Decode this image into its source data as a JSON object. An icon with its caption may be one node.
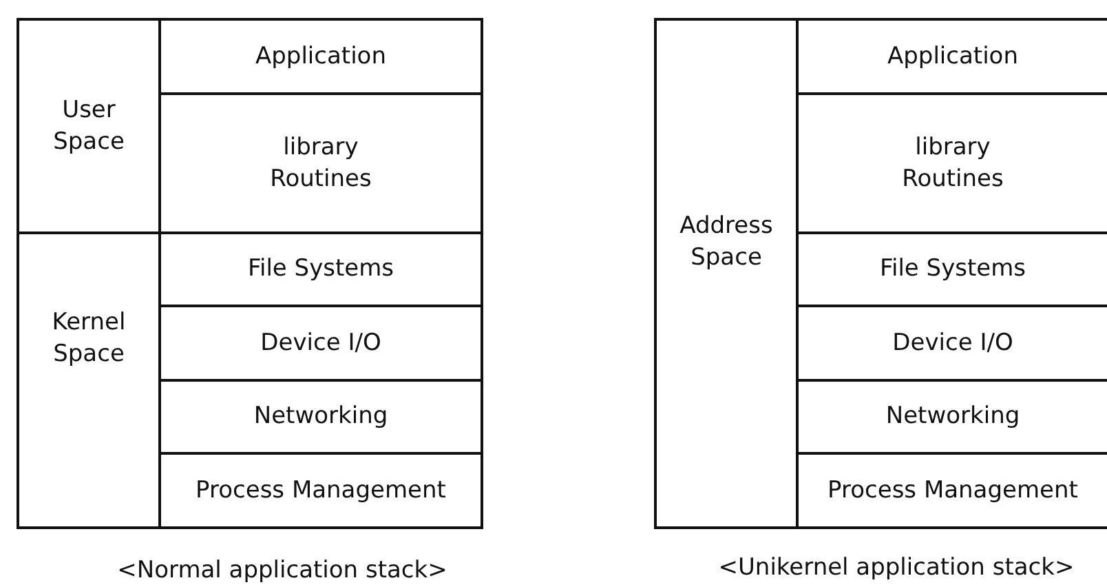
{
  "diagram": {
    "nodes": [
      {
        "text": [
          "User Space"
        ]
      },
      {
        "text": [
          "Application"
        ]
      },
      {
        "text": [
          "library Routines"
        ]
      },
      {
        "text": [
          "Kernel Space"
        ]
      },
      {
        "text": [
          "File Systems"
        ]
      },
      {
        "text": [
          "Device I/O"
        ]
      },
      {
        "text": [
          "Networking"
        ]
      },
      {
        "text": [
          "Process Management"
        ]
      },
      {
        "text": [
          "Address Space"
        ]
      },
      {
        "text": [
          "Application"
        ]
      },
      {
        "text": [
          "library Routines"
        ]
      },
      {
        "text": [
          "File Systems"
        ]
      },
      {
        "text": [
          "Device I/O"
        ]
      },
      {
        "text": [
          "Networking"
        ]
      },
      {
        "text": [
          "Process Management"
        ]
      }
    ],
    "edges": [],
    "labels": [
      "<Normal application stack>",
      "<Unikernel application stack>"
    ]
  }
}
